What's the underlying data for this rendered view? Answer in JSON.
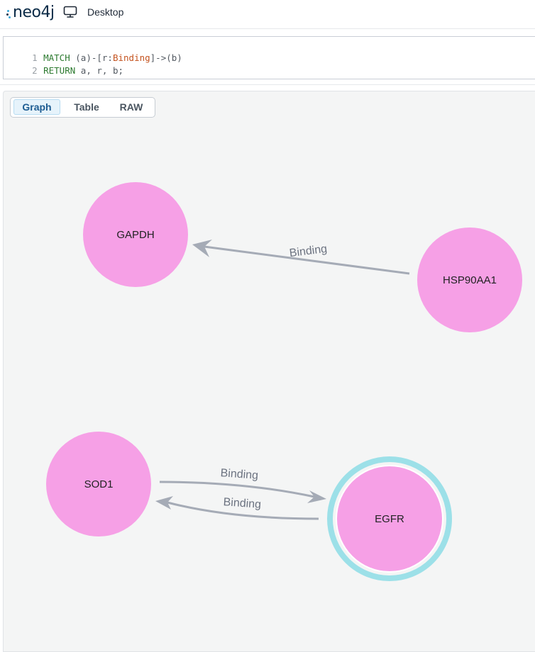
{
  "header": {
    "brand": "neo4j",
    "desktop_label": "Desktop"
  },
  "editor": {
    "lines": [
      {
        "number": "1",
        "tokens": [
          {
            "text": "MATCH",
            "kind": "kw"
          },
          {
            "text": " (a)-[r:",
            "kind": "plain"
          },
          {
            "text": "Binding",
            "kind": "lbl"
          },
          {
            "text": "]->(b)",
            "kind": "plain"
          }
        ]
      },
      {
        "number": "2",
        "tokens": [
          {
            "text": "RETURN",
            "kind": "kw"
          },
          {
            "text": " a, r, b;",
            "kind": "plain"
          }
        ]
      }
    ]
  },
  "result": {
    "tabs": [
      {
        "label": "Graph",
        "active": true
      },
      {
        "label": "Table",
        "active": false
      },
      {
        "label": "RAW",
        "active": false
      }
    ]
  },
  "graph": {
    "node_color": "#f6a0e6",
    "edge_color": "#a5abb6",
    "selection_color": "#9ce0e8",
    "nodes": [
      {
        "id": "GAPDH",
        "label": "GAPDH",
        "selected": false
      },
      {
        "id": "HSP90AA1",
        "label": "HSP90AA1",
        "selected": false
      },
      {
        "id": "SOD1",
        "label": "SOD1",
        "selected": false
      },
      {
        "id": "EGFR",
        "label": "EGFR",
        "selected": true
      }
    ],
    "relationships": [
      {
        "from": "HSP90AA1",
        "to": "GAPDH",
        "type": "Binding"
      },
      {
        "from": "SOD1",
        "to": "EGFR",
        "type": "Binding"
      },
      {
        "from": "EGFR",
        "to": "SOD1",
        "type": "Binding"
      }
    ]
  }
}
